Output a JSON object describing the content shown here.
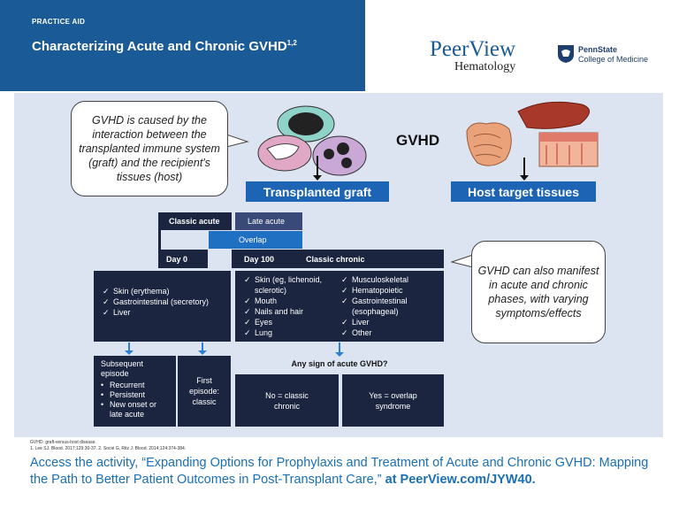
{
  "header": {
    "practice_aid": "PRACTICE AID",
    "title": "Characterizing Acute and Chronic GVHD",
    "title_sup": "1,2"
  },
  "logos": {
    "peerview": "PeerView",
    "hematology": "Hematology",
    "pennstate": "PennState",
    "college": "College of Medicine"
  },
  "bubble_left": "GVHD is caused by the interaction between the transplanted immune system (graft) and the recipient's tissues (host)",
  "bubble_right": "GVHD can also manifest in acute and chronic phases, with varying symptoms/effects",
  "gvhd_label": "GVHD",
  "transplanted_graft": "Transplanted graft",
  "host_target_tissues": "Host target tissues",
  "timeline": {
    "classic_acute": "Classic acute",
    "late_acute": "Late acute",
    "overlap": "Overlap",
    "day0": "Day 0",
    "day100": "Day 100",
    "classic_chronic": "Classic chronic"
  },
  "acute_symptoms": [
    "Skin (erythema)",
    "Gastrointestinal (secretory)",
    "Liver"
  ],
  "chronic_symptoms_col1": [
    "Skin (eg, lichenoid, sclerotic)",
    "Mouth",
    "Nails and hair",
    "Eyes",
    "Lung"
  ],
  "chronic_symptoms_col2": [
    "Musculoskeletal",
    "Hematopoietic",
    "Gastrointestinal (esophageal)",
    "Liver",
    "Other"
  ],
  "subsequent": {
    "title": "Subsequent episode",
    "items": [
      "Recurrent",
      "Persistent",
      "New onset or late acute"
    ]
  },
  "first_episode": "First episode: classic",
  "question": "Any sign of acute GVHD?",
  "answer_no": "No = classic chronic",
  "answer_yes": "Yes = overlap syndrome",
  "footer": {
    "abbrev": "GVHD: graft-versus-host disease.",
    "refs": "1. Lee SJ. Blood. 2017;129:30-37. 2. Socié G, Ritz J. Blood. 2014;124:374-384.",
    "cta": "Access the activity, “Expanding Options for Prophylaxis and Treatment of Acute and Chronic GVHD: Mapping the Path to Better Patient Outcomes in Post-Transplant Care,”",
    "cta_link": "at PeerView.com/JYW40."
  },
  "colors": {
    "header_blue": "#1a5b97",
    "button_blue": "#1e64b4",
    "navy": "#1b2540",
    "panel": "#dce4f1",
    "overlap_blue": "#1f6fc3",
    "late_acute": "#3a4a78"
  }
}
